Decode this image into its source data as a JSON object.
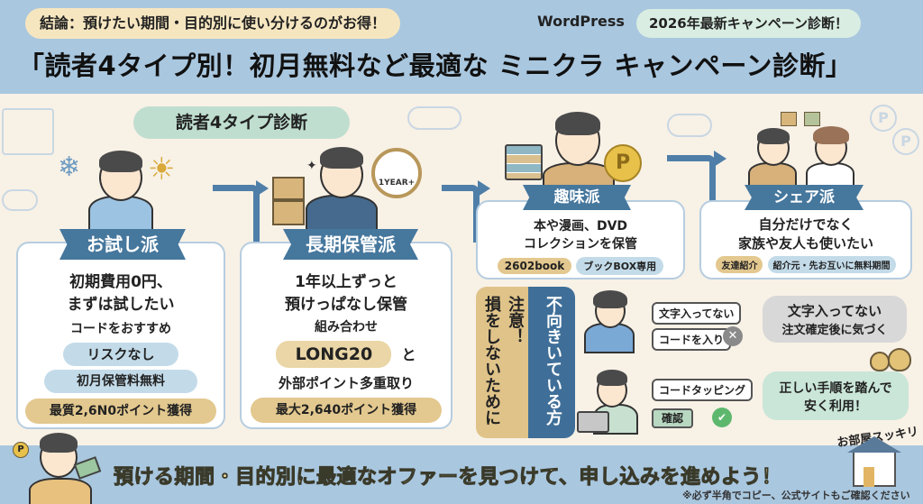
{
  "header": {
    "conclusion": "結論：預けたい期間・目的別に使い分けるのがお得！",
    "platform": "WordPress",
    "campaign_pill": "2026年最新キャンペーン診断！",
    "title": "「読者4タイプ別！初月無料など最適な ミニクラ キャンペーン診断」"
  },
  "section_title": "読者4タイプ診断",
  "types": [
    {
      "name": "お試し派",
      "lines": [
        "初期費用0円、",
        "まずは試したい"
      ],
      "sub": "コードをおすすめ",
      "badges": [
        "リスクなし",
        "初月保管料無料"
      ],
      "reward": "最質2,6N0ポイント獲得"
    },
    {
      "name": "長期保管派",
      "lines": [
        "1年以上ずっと",
        "預けっぱなし保管"
      ],
      "sub": "組み合わせ",
      "code": "LONG20",
      "code_suffix": "と",
      "extra": "外部ポイント多重取り",
      "reward": "最大2,640ポイント獲得",
      "clock_label": "1YEAR+"
    },
    {
      "name": "趣味派",
      "lines": [
        "本や漫画、DVD",
        "コレクションを保管"
      ],
      "badges": [
        "2602book",
        "ブックBOX専用"
      ]
    },
    {
      "name": "シェア派",
      "lines": [
        "自分だけでなく",
        "家族や友人も使いたい"
      ],
      "badges": [
        "友達紹介",
        "紹介元・先お互いに無料期間"
      ]
    }
  ],
  "caution": {
    "gold_col1": "注意！",
    "gold_col2": "損をしないために",
    "blue_col": "不向きいている方",
    "bad": {
      "tag1": "文字入ってない",
      "tag2": "コードを入り",
      "speech_line1": "文字入ってない",
      "speech_line2": "注文確定後に気づく"
    },
    "good": {
      "tag1": "コードタッピング",
      "button": "確認",
      "speech_line1": "正しい手順を踏んで",
      "speech_line2": "安く利用！"
    }
  },
  "footer": {
    "cta": "預ける期間・目的別に最適なオファーを見つけて、申し込みを進めよう！",
    "note": "※必ず半角でコピー、公式サイトもご確認ください",
    "room_label": "お部屋スッキリ"
  },
  "icons": {
    "coin": "P",
    "check": "✔",
    "cross": "✕",
    "snow": "❄",
    "sun": "☀",
    "sparkle": "✦"
  },
  "colors": {
    "header_bg": "#a9c7df",
    "body_bg": "#f8f1e6",
    "ribbon": "#46779d",
    "gold": "#e3c88f",
    "blue_badge": "#c3dbe9",
    "mint": "#bfded0"
  }
}
